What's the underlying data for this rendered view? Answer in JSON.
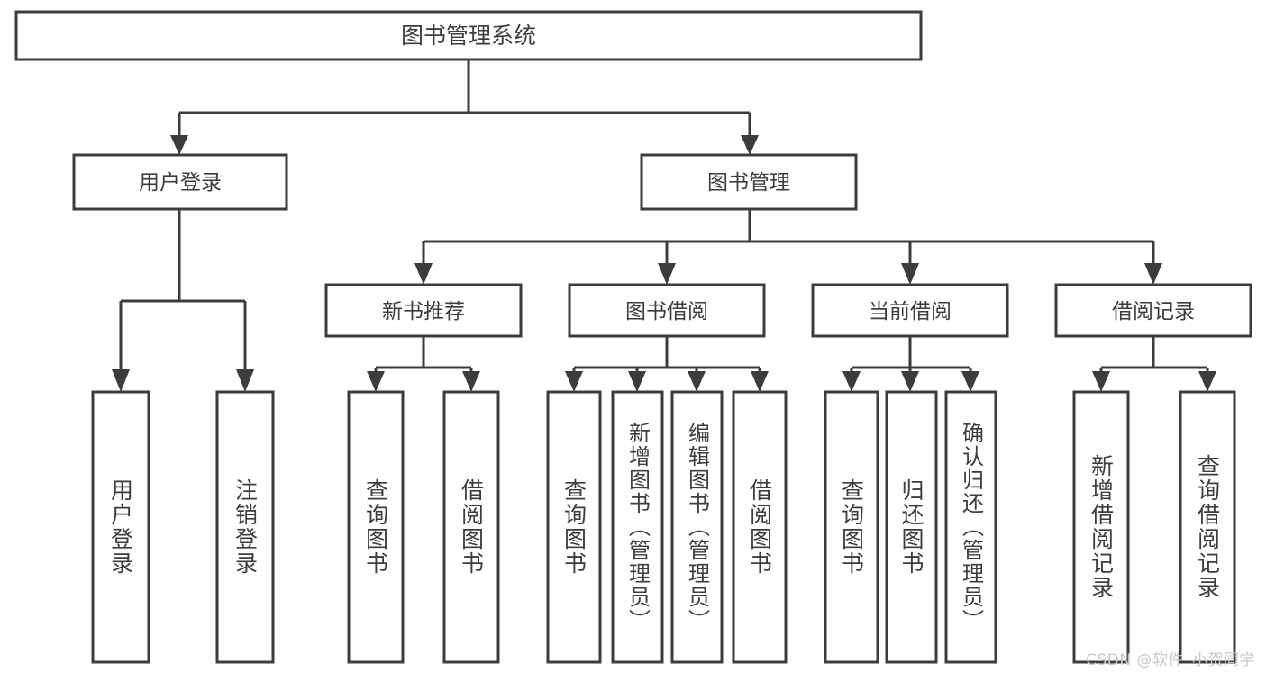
{
  "diagram": {
    "title": "图书管理系统",
    "type": "hierarchy-tree",
    "root": {
      "id": "root",
      "label": "图书管理系统"
    },
    "level2": [
      {
        "id": "user-login",
        "label": "用户登录"
      },
      {
        "id": "book-manage",
        "label": "图书管理"
      }
    ],
    "level3": [
      {
        "id": "new-book-rec",
        "label": "新书推荐",
        "parent": "book-manage"
      },
      {
        "id": "book-borrow",
        "label": "图书借阅",
        "parent": "book-manage"
      },
      {
        "id": "current-borrow",
        "label": "当前借阅",
        "parent": "book-manage"
      },
      {
        "id": "borrow-record",
        "label": "借阅记录",
        "parent": "book-manage"
      }
    ],
    "leaves": [
      {
        "id": "leaf-user-login",
        "label": "用户登录",
        "parent": "user-login"
      },
      {
        "id": "leaf-logout",
        "label": "注销登录",
        "parent": "user-login"
      },
      {
        "id": "leaf-query-book-1",
        "label": "查询图书",
        "parent": "new-book-rec"
      },
      {
        "id": "leaf-borrow-book-1",
        "label": "借阅图书",
        "parent": "new-book-rec"
      },
      {
        "id": "leaf-query-book-2",
        "label": "查询图书",
        "parent": "book-borrow"
      },
      {
        "id": "leaf-add-book",
        "label": "新增图书（管理员）",
        "parent": "book-borrow"
      },
      {
        "id": "leaf-edit-book",
        "label": "编辑图书（管理员）",
        "parent": "book-borrow"
      },
      {
        "id": "leaf-borrow-book-2",
        "label": "借阅图书",
        "parent": "book-borrow"
      },
      {
        "id": "leaf-query-book-3",
        "label": "查询图书",
        "parent": "current-borrow"
      },
      {
        "id": "leaf-return-book",
        "label": "归还图书",
        "parent": "current-borrow"
      },
      {
        "id": "leaf-confirm-return",
        "label": "确认归还（管理员）",
        "parent": "current-borrow"
      },
      {
        "id": "leaf-add-record",
        "label": "新增借阅记录",
        "parent": "borrow-record"
      },
      {
        "id": "leaf-query-record",
        "label": "查询借阅记录",
        "parent": "borrow-record"
      }
    ]
  },
  "watermark": {
    "text": "CSDN @软件_小贺同学"
  },
  "colors": {
    "stroke": "#3c3c3c",
    "text": "#3d3d3d",
    "background": "#ffffff",
    "watermark": "#c8c8c8"
  }
}
